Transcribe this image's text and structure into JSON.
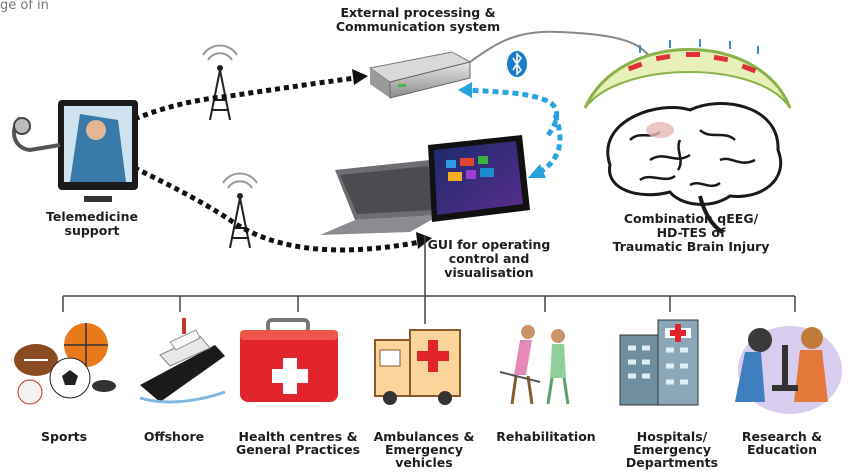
{
  "corner_fragment": "ge of in",
  "labels": {
    "processing": "External processing &\nCommunication system",
    "telemedicine": "Telemedicine\nsupport",
    "gui": "GUI for operating\ncontrol and\nvisualisation",
    "combination": "Combination qEEG/\nHD-TES of\nTraumatic Brain Injury"
  },
  "applications": [
    {
      "label": "Sports",
      "icon": "sports-balls-icon"
    },
    {
      "label": "Offshore",
      "icon": "ship-icon"
    },
    {
      "label": "Health centres &\nGeneral Practices",
      "icon": "first-aid-kit-icon"
    },
    {
      "label": "Ambulances &\nEmergency\nvehicles",
      "icon": "ambulance-icon"
    },
    {
      "label": "Rehabilitation",
      "icon": "rehabilitation-icon"
    },
    {
      "label": "Hospitals/\nEmergency\nDepartments",
      "icon": "hospital-icon"
    },
    {
      "label": "Research &\nEducation",
      "icon": "microscope-icon"
    }
  ],
  "colors": {
    "link_dotted": "#111111",
    "bluetooth_link": "#29a3e0",
    "tree_line": "#444444",
    "cap_fill": "#e6f0b8",
    "brain_stroke": "#1a1a1a"
  }
}
